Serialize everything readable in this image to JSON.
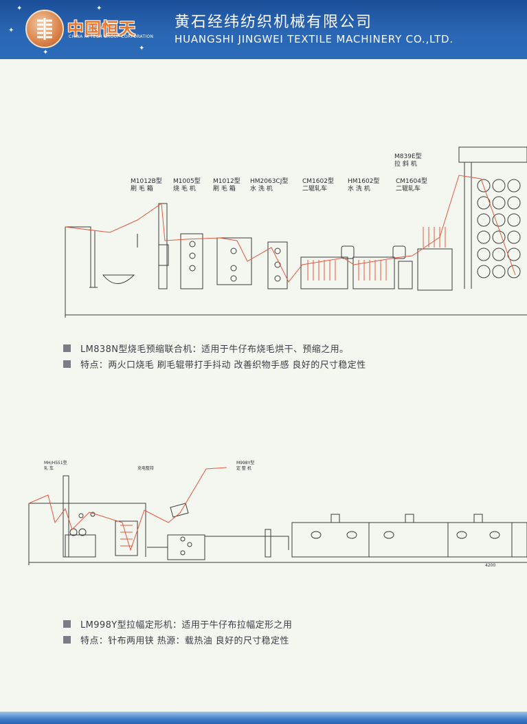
{
  "header": {
    "logo_cn": "中国恒天",
    "logo_en": "CHINA HI-TECH GROUP CORPORATION",
    "company_cn": "黄石经纬纺织机械有限公司",
    "company_en": "HUANGSHI JINGWEI TEXTILE MACHINERY  CO.,LTD.",
    "brand_color": "#2a66b4",
    "logo_color": "#e9762d"
  },
  "diagram1": {
    "labels": [
      {
        "model": "M1012B型",
        "name": "刷 毛 箱"
      },
      {
        "model": "M1005型",
        "name": "烧 毛 机"
      },
      {
        "model": "M1012型",
        "name": "刷 毛 箱"
      },
      {
        "model": "HM2063CJ型",
        "name": "水  洗  机"
      },
      {
        "model": "CM1602型",
        "name": "二辊轧车"
      },
      {
        "model": "HM1602型",
        "name": "水  洗  机"
      },
      {
        "model": "CM1604型",
        "name": "二辊轧车"
      },
      {
        "model": "M839E型",
        "name": "拉 斜 机"
      }
    ]
  },
  "caption1": {
    "line1": "LM838N型烧毛预缩联合机：适用于牛仔布烧毛烘干、预缩之用。",
    "line2": "特点：两火口烧毛   刷毛辊带打手抖动   改善织物手感  良好的尺寸稳定性"
  },
  "diagram2": {
    "labels": [
      {
        "model": "MH/H551型",
        "name": "轧          车"
      },
      {
        "model": "充电整持",
        "name": ""
      },
      {
        "model": "M998Y型",
        "name": "定 整 机"
      }
    ],
    "dimension": "4200"
  },
  "caption2": {
    "line1": "LM998Y型拉幅定形机：适用于牛仔布拉幅定形之用",
    "line2": "特点：针布两用铗   热源：载热油   良好的尺寸稳定性"
  }
}
